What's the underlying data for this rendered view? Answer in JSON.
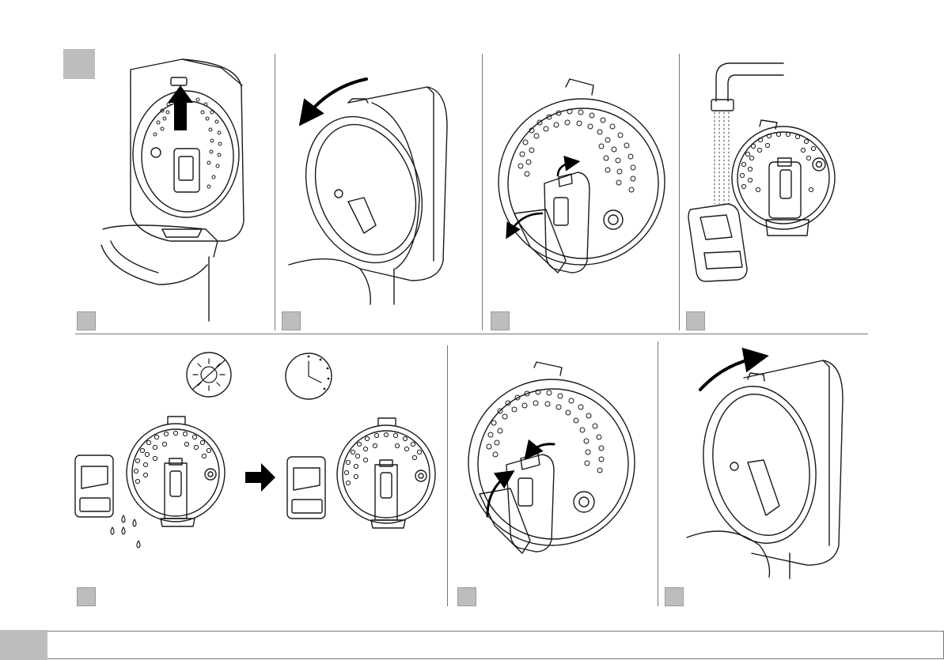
{
  "figure": {
    "panels": [
      {
        "id": "panel-1",
        "action": "lift-inner-lid-handle"
      },
      {
        "id": "panel-2",
        "action": "open-lid"
      },
      {
        "id": "panel-3",
        "action": "remove-steam-cap"
      },
      {
        "id": "panel-4",
        "action": "rinse-steam-cap"
      },
      {
        "id": "panel-5",
        "action": "dry-parts"
      },
      {
        "id": "panel-6",
        "action": "reattach-steam-cap"
      },
      {
        "id": "panel-7",
        "action": "close-lid"
      }
    ],
    "icons": [
      "up-arrow-icon",
      "curved-arrow-icon",
      "water-tap-icon",
      "sun-icon",
      "clock-icon",
      "right-arrow-icon",
      "water-drop-icon"
    ],
    "colors": {
      "badge": "#bdbdbd",
      "line": "#1a1a1a",
      "arrow": "#000000"
    }
  }
}
